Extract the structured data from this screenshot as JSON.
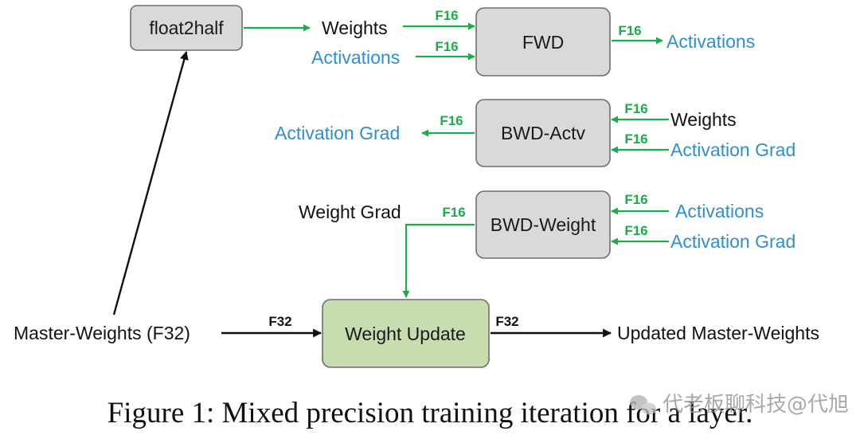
{
  "colors": {
    "green_arrow": "#1aae48",
    "blue_text": "#2f8fce",
    "gray_box": "#d9d9d9",
    "green_box": "#c7ddb0"
  },
  "boxes": {
    "float2half": "float2half",
    "fwd": "FWD",
    "bwd_actv": "BWD-Actv",
    "bwd_weight": "BWD-Weight",
    "weight_update": "Weight Update"
  },
  "labels": {
    "fwd_in_weights": "Weights",
    "fwd_in_activations": "Activations",
    "fwd_out_activations": "Activations",
    "bwd_actv_out": "Activation Grad",
    "bwd_actv_in_weights": "Weights",
    "bwd_actv_in_grad": "Activation Grad",
    "bwd_weight_out": "Weight Grad",
    "bwd_weight_in_activations": "Activations",
    "bwd_weight_in_grad": "Activation Grad",
    "master_weights": "Master-Weights (F32)",
    "updated_master": "Updated Master-Weights"
  },
  "precision": {
    "f16": "F16",
    "f32": "F32"
  },
  "caption": "Figure 1: Mixed precision training iteration for a layer.",
  "watermark": "代老板聊科技@代旭"
}
